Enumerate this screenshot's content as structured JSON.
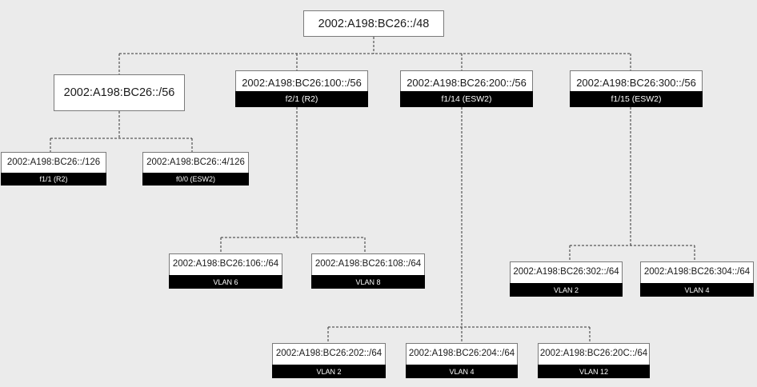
{
  "root": {
    "prefix": "2002:A198:BC26::/48"
  },
  "subnets": [
    {
      "prefix": "2002:A198:BC26::/56"
    },
    {
      "prefix": "2002:A198:BC26:100::/56",
      "iface": "f2/1 (R2)"
    },
    {
      "prefix": "2002:A198:BC26:200::/56",
      "iface": "f1/14 (ESW2)"
    },
    {
      "prefix": "2002:A198:BC26:300::/56",
      "iface": "f1/15 (ESW2)"
    }
  ],
  "leaves_a": [
    {
      "prefix": "2002:A198:BC26::/126",
      "iface": "f1/1 (R2)"
    },
    {
      "prefix": "2002:A198:BC26::4/126",
      "iface": "f0/0 (ESW2)"
    }
  ],
  "leaves_b": [
    {
      "prefix": "2002:A198:BC26:106::/64",
      "iface": "VLAN 6"
    },
    {
      "prefix": "2002:A198:BC26:108::/64",
      "iface": "VLAN 8"
    }
  ],
  "leaves_c": [
    {
      "prefix": "2002:A198:BC26:202::/64",
      "iface": "VLAN 2"
    },
    {
      "prefix": "2002:A198:BC26:204::/64",
      "iface": "VLAN 4"
    },
    {
      "prefix": "2002:A198:BC26:20C::/64",
      "iface": "VLAN 12"
    }
  ],
  "leaves_d": [
    {
      "prefix": "2002:A198:BC26:302::/64",
      "iface": "VLAN 2"
    },
    {
      "prefix": "2002:A198:BC26:304::/64",
      "iface": "VLAN 4"
    }
  ],
  "colors": {
    "background": "#ebebeb",
    "box": "#ffffff",
    "label_bar": "#000000",
    "connector": "#333333"
  }
}
